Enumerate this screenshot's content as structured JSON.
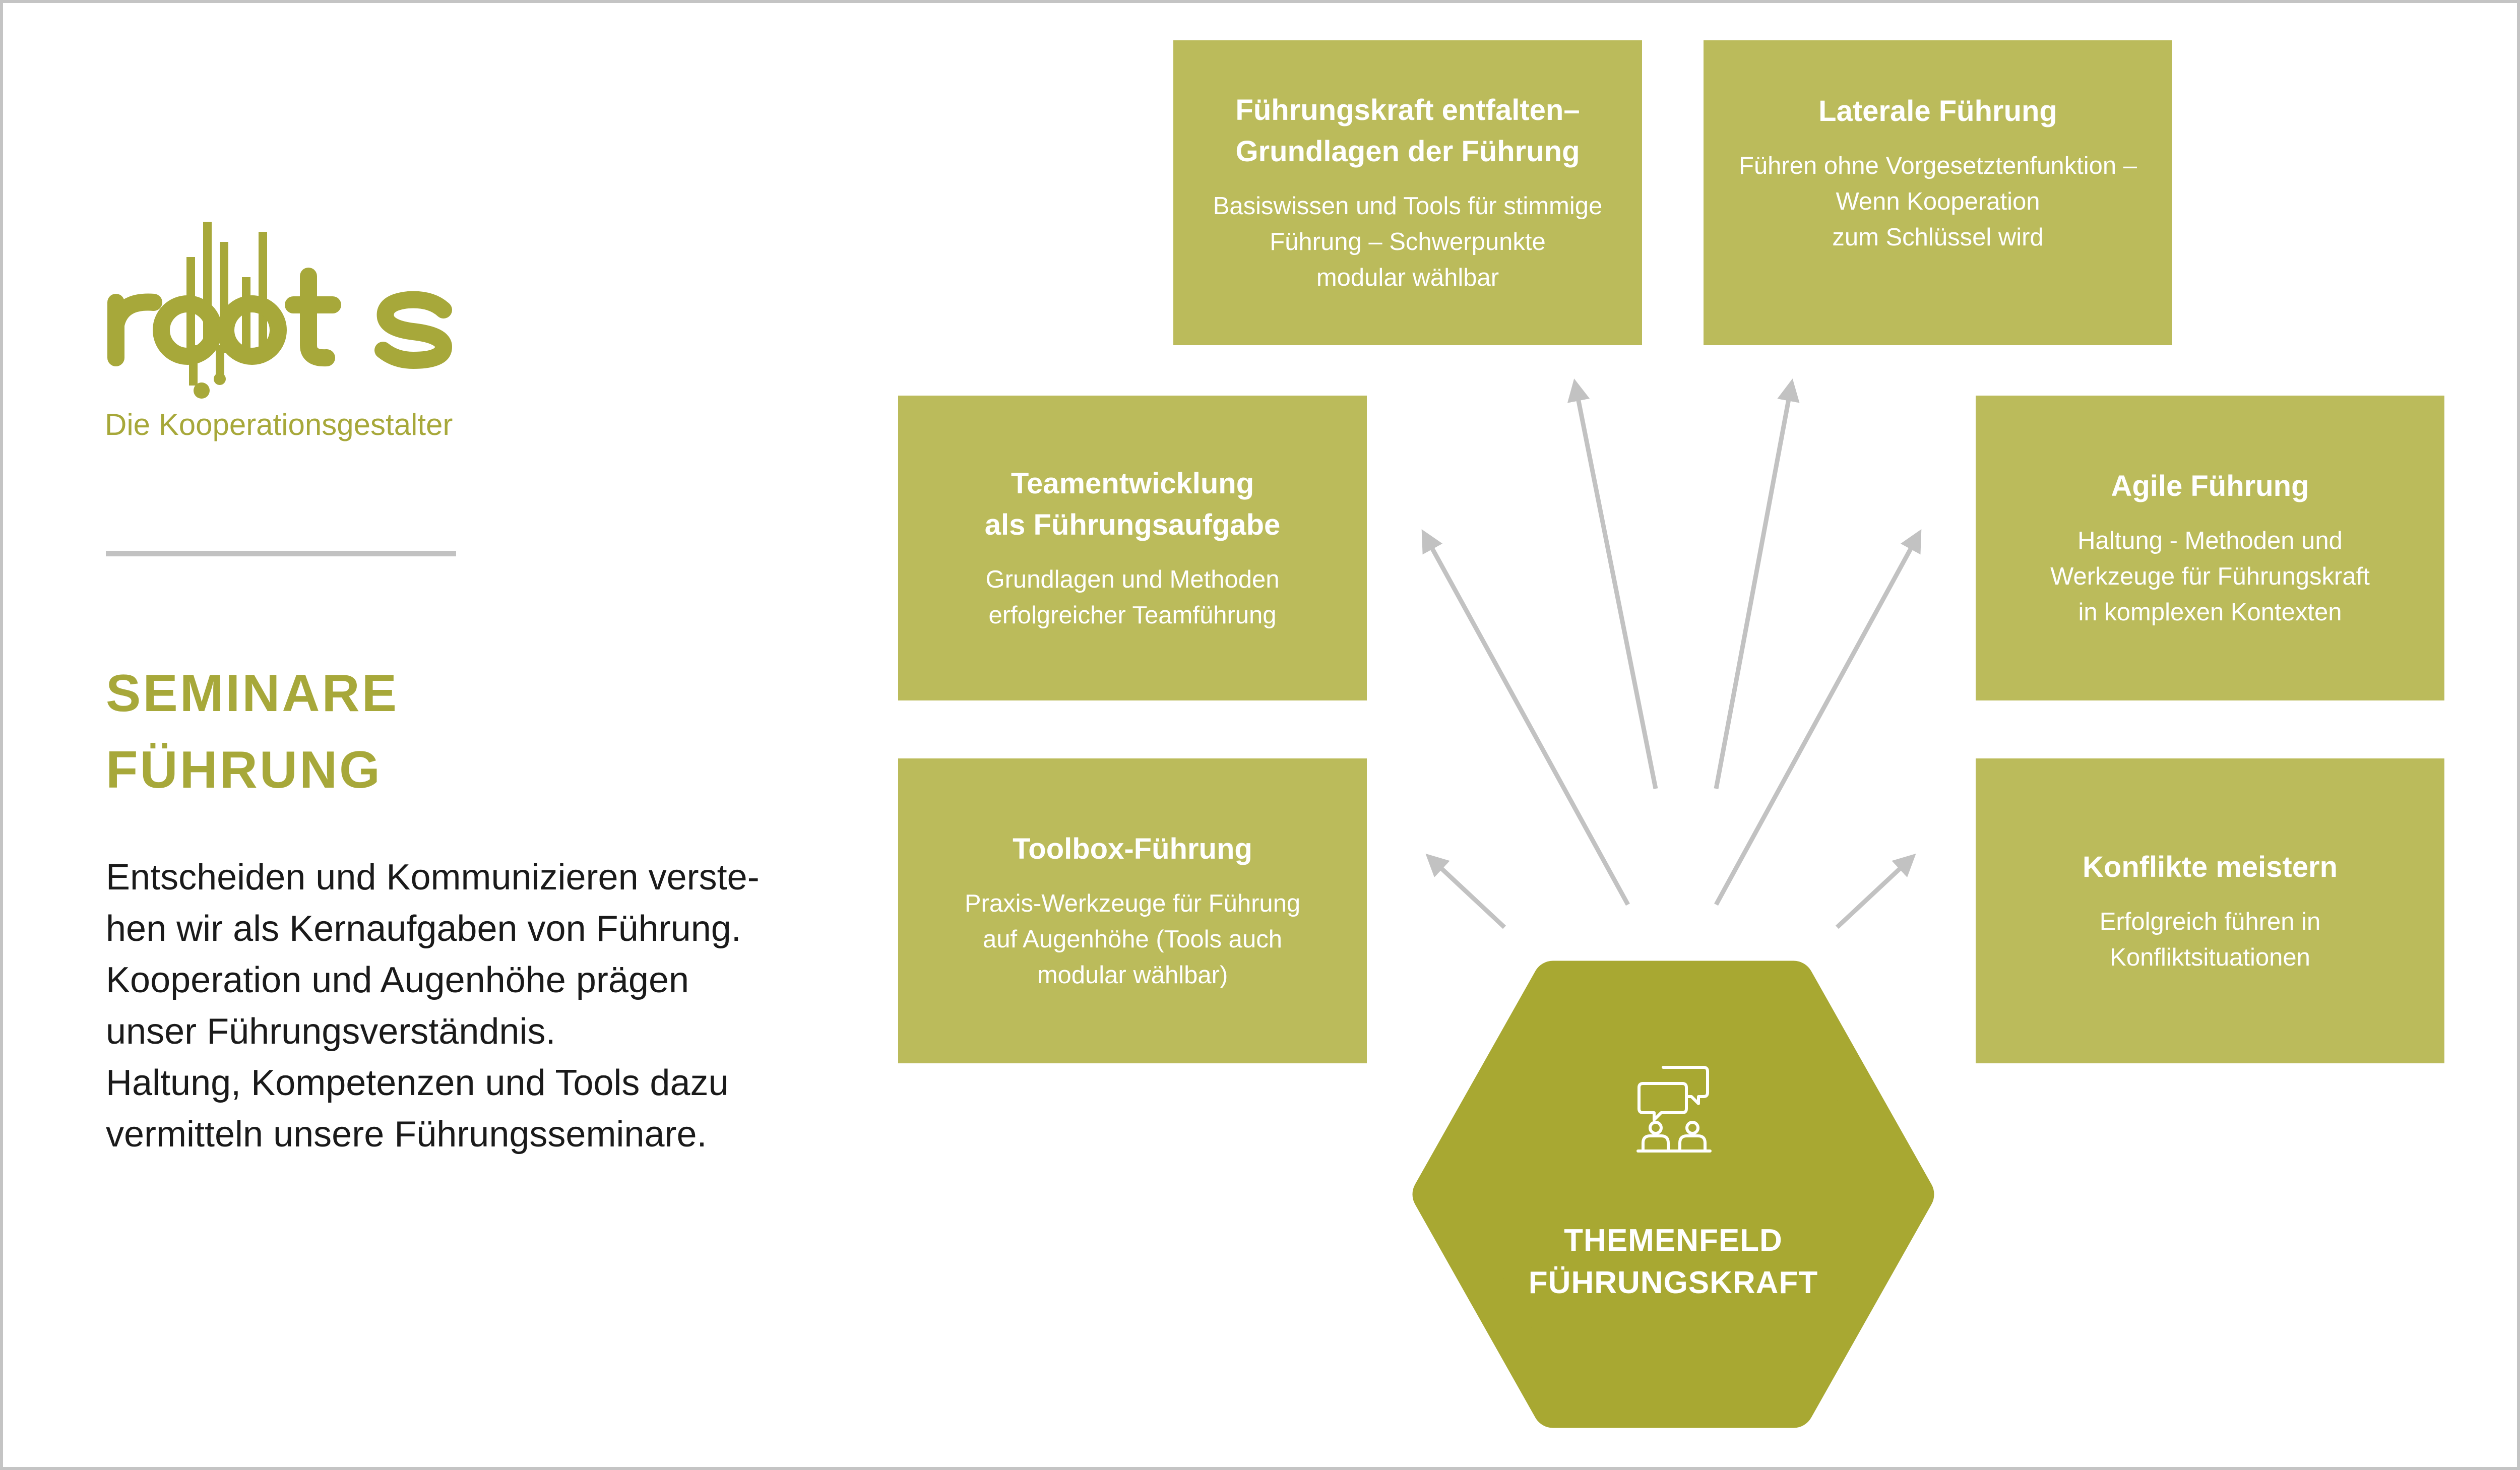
{
  "colors": {
    "accent": "#a7a83a",
    "card": "#bbbb5b",
    "hexagon": "#a8a832",
    "arrow": "#c2c2c2",
    "text": "#1a1a1a",
    "frame": "#c4c4c4"
  },
  "brand": {
    "logo_text": "roots",
    "tagline": "Die Kooperationsgestalter"
  },
  "section": {
    "title_line1": "SEMINARE",
    "title_line2": "FÜHRUNG",
    "description_lines": [
      "Entscheiden und Kommunizieren verste-",
      "hen wir als Kernaufgaben von Führung.",
      "Kooperation und Augenhöhe prägen",
      "unser Führungsverständnis.",
      "Haltung, Kompetenzen und Tools dazu",
      "vermitteln unsere Führungsseminare."
    ]
  },
  "center": {
    "icon": "group-discussion-icon",
    "title_line1": "THEMENFELD",
    "title_line2": "FÜHRUNGSKRAFT"
  },
  "topics": [
    {
      "title_lines": [
        "Führungskraft entfalten–",
        "Grundlagen der Führung"
      ],
      "desc_lines": [
        "Basiswissen und Tools für stimmige",
        "Führung – Schwerpunkte",
        "modular wählbar"
      ]
    },
    {
      "title_lines": [
        "Laterale Führung"
      ],
      "desc_lines": [
        "Führen ohne Vorgesetztenfunktion –",
        "Wenn Kooperation",
        "zum Schlüssel wird"
      ]
    },
    {
      "title_lines": [
        "Teamentwicklung",
        "als Führungsaufgabe"
      ],
      "desc_lines": [
        "Grundlagen und Methoden",
        "erfolgreicher Teamführung"
      ]
    },
    {
      "title_lines": [
        "Agile Führung"
      ],
      "desc_lines": [
        "Haltung - Methoden und",
        "Werkzeuge für Führungskraft",
        "in komplexen Kontexten"
      ]
    },
    {
      "title_lines": [
        "Toolbox-Führung"
      ],
      "desc_lines": [
        "Praxis-Werkzeuge für Führung",
        "auf Augenhöhe (Tools auch",
        "modular wählbar)"
      ]
    },
    {
      "title_lines": [
        "Konflikte meistern"
      ],
      "desc_lines": [
        "Erfolgreich führen in",
        "Konfliktsituationen"
      ]
    }
  ]
}
